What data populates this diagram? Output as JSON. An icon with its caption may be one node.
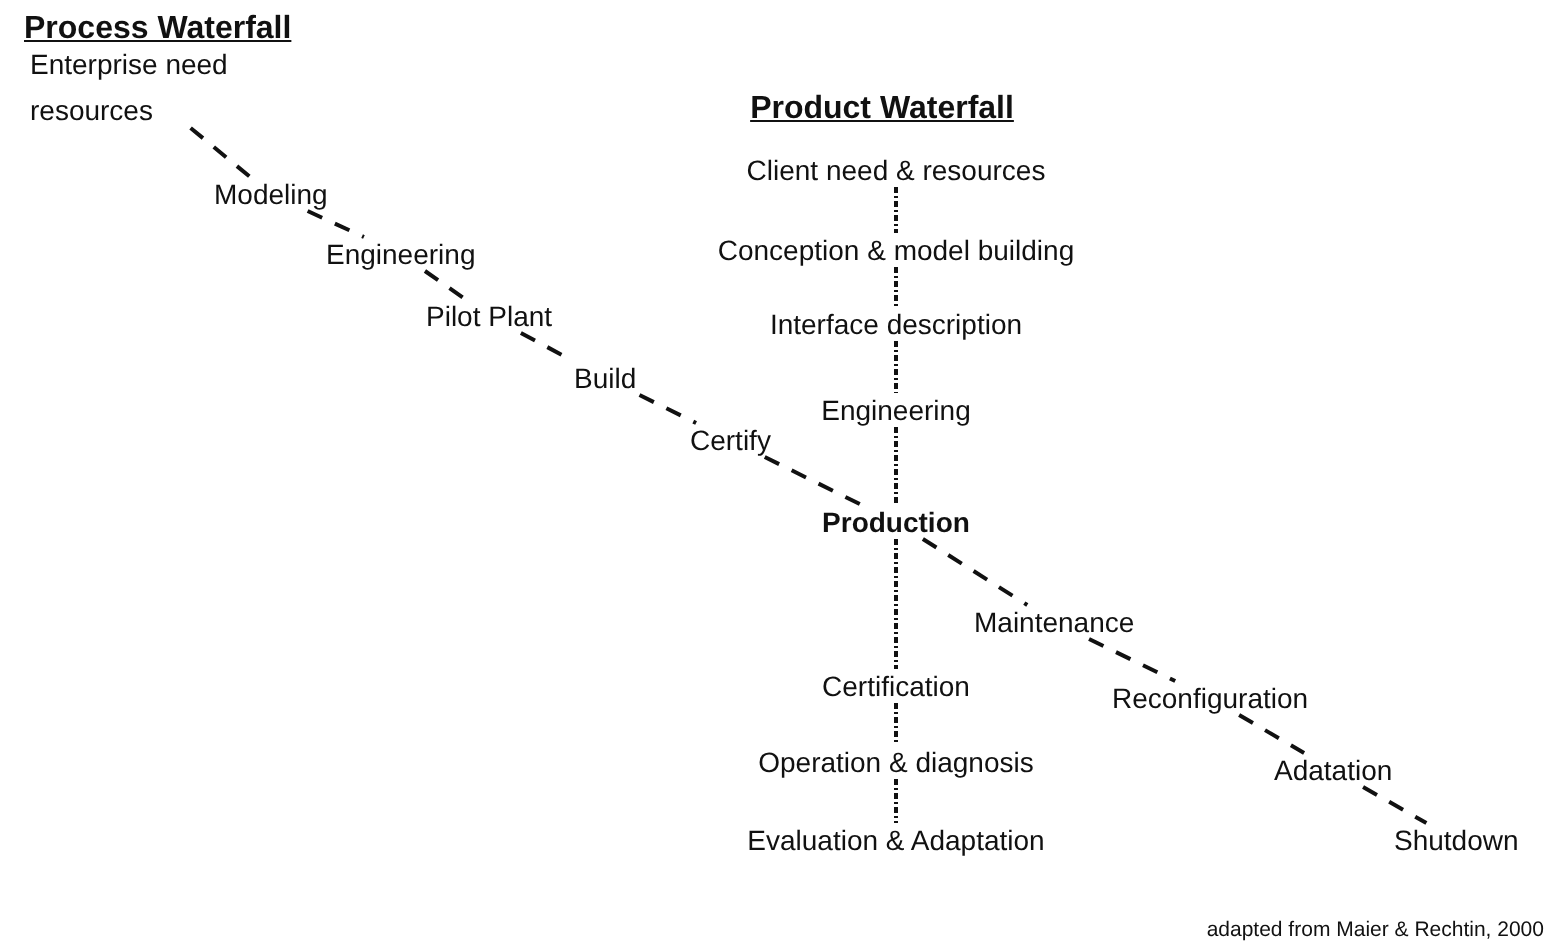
{
  "diagram": {
    "title": "Process Waterfall",
    "caption": "adapted from Maier & Rechtin, 2000",
    "nodes": [
      {
        "text": [
          "Enterprise need resources"
        ]
      },
      {
        "text": [
          "Modeling"
        ]
      },
      {
        "text": [
          "Engineering"
        ]
      },
      {
        "text": [
          "Pilot Plant"
        ]
      },
      {
        "text": [
          "Build"
        ]
      },
      {
        "text": [
          "Certify"
        ]
      },
      {
        "text": [
          "Client need & resources"
        ]
      },
      {
        "text": [
          "Conception & model building"
        ]
      },
      {
        "text": [
          "Interface description"
        ]
      },
      {
        "text": [
          "Engineering"
        ]
      },
      {
        "text": [
          "Production"
        ]
      },
      {
        "text": [
          "Maintenance"
        ]
      },
      {
        "text": [
          "Certification"
        ]
      },
      {
        "text": [
          "Reconfiguration"
        ]
      },
      {
        "text": [
          "Operation & diagnosis"
        ]
      },
      {
        "text": [
          "Adatation"
        ]
      },
      {
        "text": [
          "Evaluation & Adaptation"
        ]
      },
      {
        "text": [
          "Shutdown"
        ]
      }
    ],
    "edges": [
      {
        "from": 0,
        "to": 1,
        "arrow": "none",
        "style": "dashed"
      },
      {
        "from": 1,
        "to": 2,
        "arrow": "none",
        "style": "dashed"
      },
      {
        "from": 2,
        "to": 3,
        "arrow": "none",
        "style": "dashed"
      },
      {
        "from": 3,
        "to": 4,
        "arrow": "none",
        "style": "dashed"
      },
      {
        "from": 4,
        "to": 5,
        "arrow": "none",
        "style": "dashed"
      },
      {
        "from": 5,
        "to": 10,
        "arrow": "none",
        "style": "dashed"
      },
      {
        "from": 10,
        "to": 11,
        "arrow": "none",
        "style": "dashed"
      },
      {
        "from": 11,
        "to": 13,
        "arrow": "none",
        "style": "dashed"
      },
      {
        "from": 13,
        "to": 15,
        "arrow": "none",
        "style": "dashed"
      },
      {
        "from": 15,
        "to": 17,
        "arrow": "none",
        "style": "dashed"
      },
      {
        "from": 6,
        "to": 7,
        "arrow": "none",
        "style": "dashed"
      },
      {
        "from": 7,
        "to": 8,
        "arrow": "none",
        "style": "dashed"
      },
      {
        "from": 8,
        "to": 9,
        "arrow": "none",
        "style": "dashed"
      },
      {
        "from": 9,
        "to": 10,
        "arrow": "none",
        "style": "dashed"
      },
      {
        "from": 10,
        "to": 12,
        "arrow": "none",
        "style": "dashed"
      },
      {
        "from": 12,
        "to": 14,
        "arrow": "none",
        "style": "dashed"
      },
      {
        "from": 14,
        "to": 16,
        "arrow": "none",
        "style": "dashed"
      }
    ],
    "labels": [
      "Product Waterfall"
    ]
  }
}
